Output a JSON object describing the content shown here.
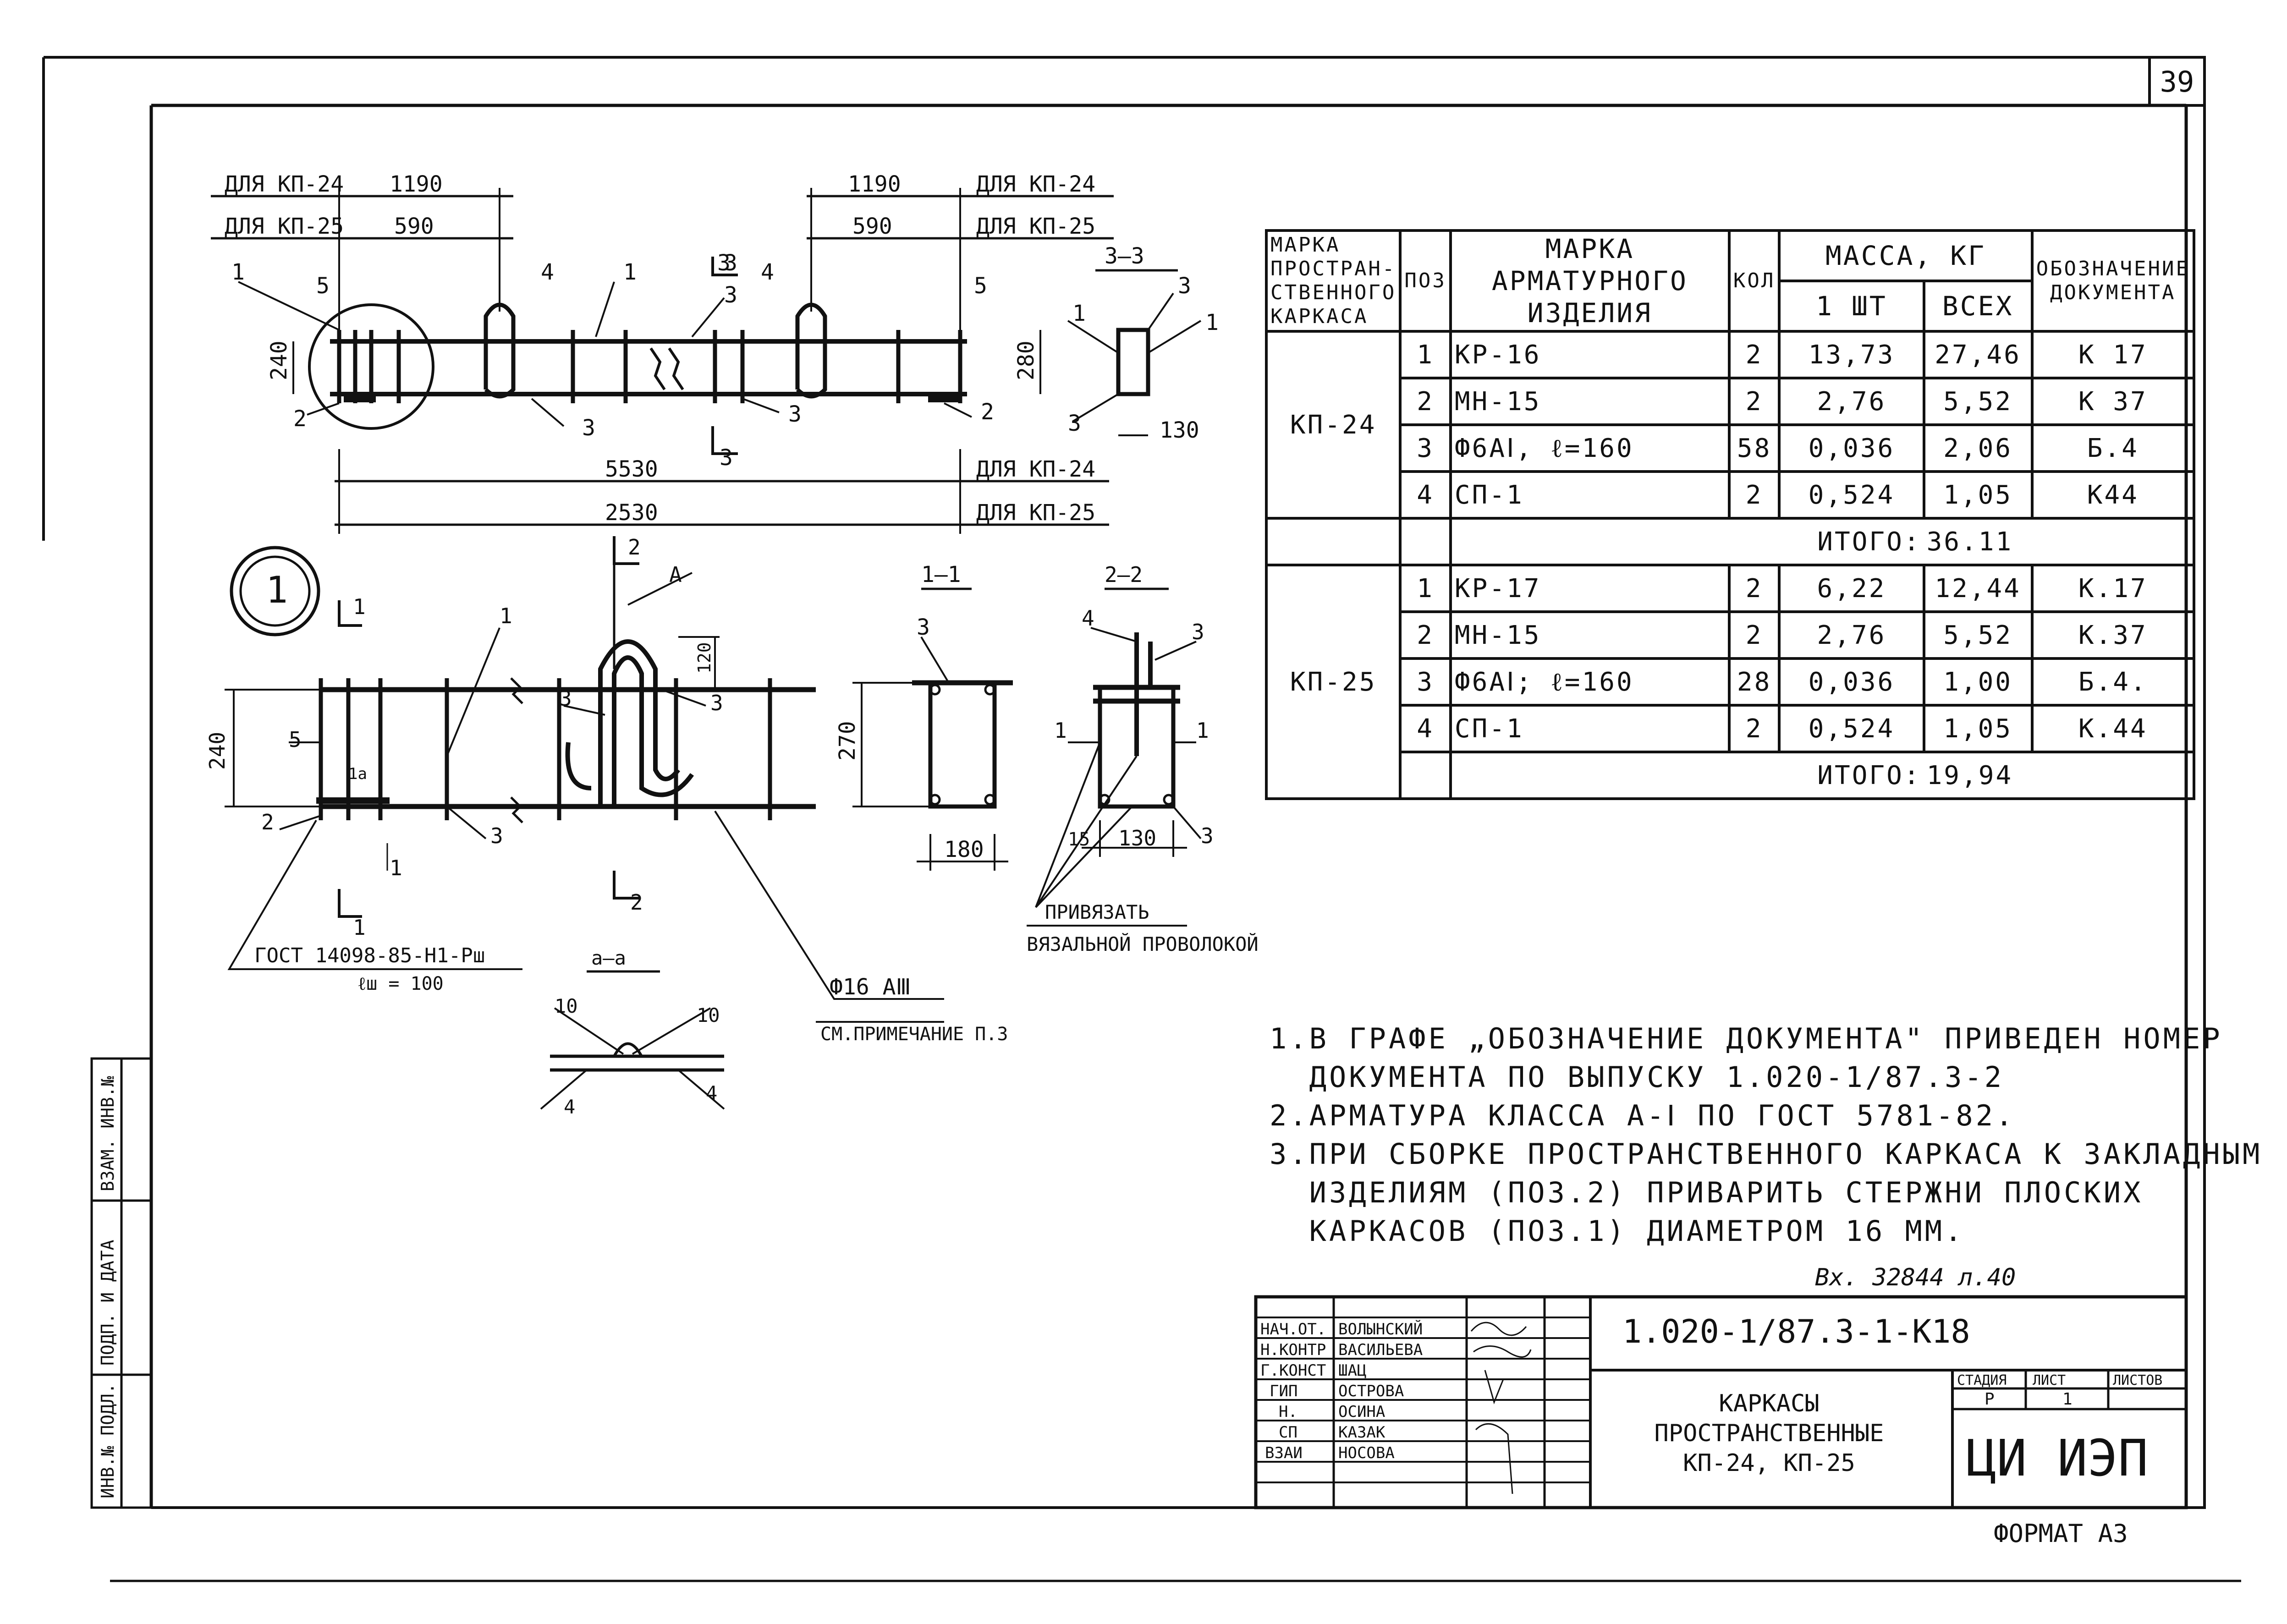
{
  "page_number": "39",
  "section_mark": "1",
  "top_drawing": {
    "dim_labels": {
      "for_kp24_left": "ДЛЯ КП-24",
      "for_kp25_left": "ДЛЯ КП-25",
      "for_kp24_right": "ДЛЯ КП-24",
      "for_kp25_right": "ДЛЯ КП-25",
      "len_1190_left": "1190",
      "len_590_left": "590",
      "len_1190_right": "1190",
      "len_590_right": "590",
      "height_240": "240",
      "len_5530": "5530",
      "len_2530": "2530",
      "for_kp24_bottom": "ДЛЯ КП-24",
      "for_kp25_bottom": "ДЛЯ КП-25"
    },
    "pos_labels": [
      "1",
      "5",
      "4",
      "1",
      "3",
      "3",
      "4",
      "5",
      "2",
      "3",
      "3",
      "3",
      "3",
      "2"
    ]
  },
  "section_3_3": {
    "title": "3–3",
    "dim_280": "280",
    "dim_130": "130",
    "labels": [
      "1",
      "3",
      "1",
      "3"
    ]
  },
  "detail_1": {
    "dim_240": "240",
    "dim_120": "120",
    "cut_2": "2",
    "cut_A": "A",
    "cut_1": "1",
    "labels": [
      "1",
      "5",
      "1а",
      "2",
      "3",
      "3",
      "3"
    ],
    "gost_note": "ГОСТ 14098-85-Н1-Рш",
    "gost_len": "ℓш = 100",
    "rod_label": "Ф16 AⅢ",
    "rod_note": "СМ.ПРИМЕЧАНИЕ П.3"
  },
  "section_1_1": {
    "title": "1–1",
    "dim_270": "270",
    "dim_180": "180",
    "label": "3"
  },
  "section_2_2": {
    "title": "2–2",
    "dim_15": "15",
    "dim_130": "130",
    "labels": [
      "4",
      "3",
      "1",
      "1",
      "3"
    ],
    "tie_note_1": "ПРИВЯЗАТЬ",
    "tie_note_2": "ВЯЗАЛЬНОЙ ПРОВОЛОКОЙ"
  },
  "section_a_a": {
    "title": "а–а",
    "dims": [
      "10",
      "10",
      "4",
      "4"
    ]
  },
  "spec_table": {
    "headers": {
      "mark_space": "МАРКА ПРОСТРАН-СТВЕННОГО КАРКАСА",
      "pos": "ПОЗ",
      "mark_item": "МАРКА АРМАТУРНОГО ИЗДЕЛИЯ",
      "qty": "КОЛ",
      "mass": "МАССА, КГ",
      "mass_one": "1 ШТ",
      "mass_all": "ВСЕХ",
      "doc": "ОБОЗНАЧЕНИЕ ДОКУМЕНТА"
    },
    "groups": [
      {
        "mark": "КП-24",
        "rows": [
          {
            "pos": "1",
            "item": "КР-16",
            "qty": "2",
            "one": "13,73",
            "all": "27,46",
            "doc": "К 17"
          },
          {
            "pos": "2",
            "item": "МН-15",
            "qty": "2",
            "one": "2,76",
            "all": "5,52",
            "doc": "К 37"
          },
          {
            "pos": "3",
            "item": "Ф6АⅠ, ℓ=160",
            "qty": "58",
            "one": "0,036",
            "all": "2,06",
            "doc": "Б.4"
          },
          {
            "pos": "4",
            "item": "СП-1",
            "qty": "2",
            "one": "0,524",
            "all": "1,05",
            "doc": "К44"
          }
        ],
        "total_label": "ИТОГО:",
        "total": "36.11"
      },
      {
        "mark": "КП-25",
        "rows": [
          {
            "pos": "1",
            "item": "КР-17",
            "qty": "2",
            "one": "6,22",
            "all": "12,44",
            "doc": "К.17"
          },
          {
            "pos": "2",
            "item": "МН-15",
            "qty": "2",
            "one": "2,76",
            "all": "5,52",
            "doc": "К.37"
          },
          {
            "pos": "3",
            "item": "Ф6АⅠ; ℓ=160",
            "qty": "28",
            "one": "0,036",
            "all": "1,00",
            "doc": "Б.4."
          },
          {
            "pos": "4",
            "item": "СП-1",
            "qty": "2",
            "one": "0,524",
            "all": "1,05",
            "doc": "К.44"
          }
        ],
        "total_label": "ИТОГО:",
        "total": "19,94"
      }
    ]
  },
  "notes": [
    "1.В ГРАФЕ „ОБОЗНАЧЕНИЕ ДОКУМЕНТА\" ПРИВЕДЕН НОМЕР",
    "  ДОКУМЕНТА ПО ВЫПУСКУ 1.020-1/87.3-2",
    "2.АРМАТУРА КЛАССА А-Ⅰ ПО ГОСТ 5781-82.",
    "3.ПРИ СБОРКЕ ПРОСТРАНСТВЕННОГО КАРКАСА К ЗАКЛАДНЫМ",
    "  ИЗДЕЛИЯМ (ПОЗ.2) ПРИВАРИТЬ СТЕРЖНИ ПЛОСКИХ",
    "  КАРКАСОВ (ПОЗ.1) ДИАМЕТРОМ 16 ММ."
  ],
  "inventory_note": "Вх. 32844 л.40",
  "title_block": {
    "code": "1.020-1/87.3-1-К18",
    "title_1": "КАРКАСЫ",
    "title_2": "ПРОСТРАНСТВЕННЫЕ",
    "title_3": "КП-24, КП-25",
    "col_stage": "СТАДИЯ",
    "col_sheet": "ЛИСТ",
    "col_sheets": "ЛИСТОВ",
    "stage": "Р",
    "sheet": "1",
    "org": "ЦИ ИЭП",
    "roles": [
      {
        "role": "НАЧ.ОТ.",
        "name": "ВОЛЫНСКИЙ"
      },
      {
        "role": "Н.КОНТР",
        "name": "ВАСИЛЬЕВА"
      },
      {
        "role": "Г.КОНСТ",
        "name": "ШАЦ"
      },
      {
        "role": "ГИП",
        "name": "ОСТРОВА"
      },
      {
        "role": "Н.",
        "name": "ОСИНА"
      },
      {
        "role": "СП",
        "name": "КАЗАК"
      },
      {
        "role": "ВЗАИ",
        "name": "НОСОВА"
      }
    ]
  },
  "side_stamp": [
    "ИНВ.№ ПОДЛ.",
    "ПОДП. И ДАТА",
    "ВЗАМ. ИНВ.№"
  ],
  "format": "ФОРМАТ А3"
}
